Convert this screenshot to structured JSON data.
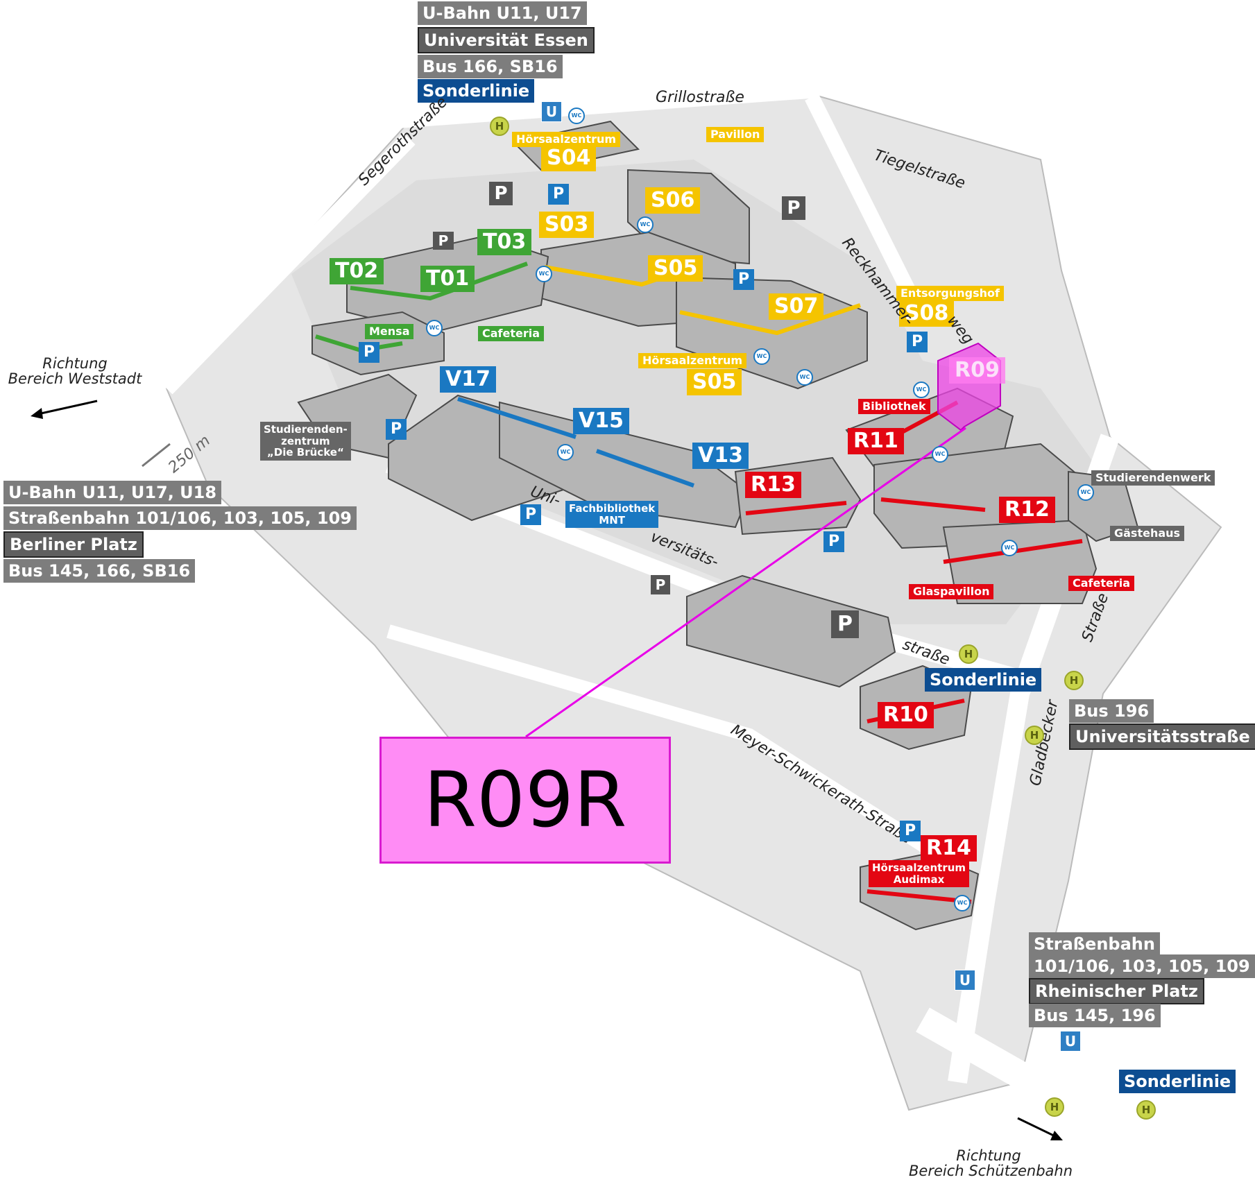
{
  "map": {
    "highlight_label": "R09R",
    "highlight_color": "#ff8cf5",
    "buildings": {
      "s04": "S04",
      "s03": "S03",
      "s06": "S06",
      "s05a": "S05",
      "s07": "S07",
      "s08": "S08",
      "s05b": "S05",
      "t01": "T01",
      "t02": "T02",
      "t03": "T03",
      "v17": "V17",
      "v15": "V15",
      "v13": "V13",
      "r09": "R09",
      "r10": "R10",
      "r11": "R11",
      "r12": "R12",
      "r13": "R13",
      "r14": "R14"
    },
    "small_labels": {
      "hoersaalzentrum_top": "Hörsaalzentrum",
      "pavillon": "Pavillon",
      "entsorgungshof": "Entsorgungshof",
      "hoersaalzentrum_s05": "Hörsaalzentrum",
      "mensa": "Mensa",
      "cafeteria_green": "Cafeteria",
      "bibliothek": "Bibliothek",
      "studierendenwerk": "Studierendenwerk",
      "gaestehaus": "Gästehaus",
      "glaspavillon": "Glaspavillon",
      "cafeteria_red": "Cafeteria",
      "fachbibliothek_1": "Fachbibliothek",
      "fachbibliothek_2": "MNT",
      "studierendenzentrum_1": "Studierenden-",
      "studierendenzentrum_2": "zentrum",
      "studierendenzentrum_3": "„Die Brücke“",
      "hoersaalzentrum_r14": "Hörsaalzentrum",
      "audimax": "Audimax"
    },
    "streets": {
      "grillostrasse": "Grillostraße",
      "segerothstrasse": "Segerothstraße",
      "tiegelstrasse": "Tiegelstraße",
      "reckhammer": "Reckhammer-",
      "weg": "weg",
      "uni": "Uni-",
      "versitaets": "versitäts-",
      "strasse_uni": "straße",
      "meyer": "Meyer-Schwickerath-Straße",
      "gladbecker": "Gladbecker",
      "strasse_gladbecker": "Straße",
      "distance": "250 m"
    },
    "directions": {
      "west_1": "Richtung",
      "west_2": "Bereich Weststadt",
      "south_1": "Richtung",
      "south_2": "Bereich Schützenbahn"
    },
    "transit": {
      "top": [
        "U-Bahn U11, U17",
        "Universität Essen",
        "Bus 166, SB16",
        "Sonderlinie"
      ],
      "left": [
        "U-Bahn U11, U17, U18",
        "Straßenbahn 101/106, 103, 105, 109",
        "Berliner Platz",
        "Bus 145, 166, SB16"
      ],
      "right_mid": [
        "Bus 196",
        "Universitätsstraße"
      ],
      "sonderlinie_mid": "Sonderlinie",
      "bottom_right": [
        "Straßenbahn",
        "101/106, 103, 105, 109",
        "Rheinischer Platz",
        "Bus 145, 196"
      ],
      "sonderlinie_bottom": "Sonderlinie"
    },
    "icons": {
      "parking": "P",
      "ubahn": "U",
      "bus_stop": "H",
      "wc": "WC"
    },
    "colors": {
      "s_buildings": "#f5c400",
      "t_buildings": "#3fa535",
      "v_buildings": "#1a78c2",
      "r_buildings": "#e30613",
      "transit_grey": "#7d7d7d",
      "sonderlinie": "#0d4d91",
      "highlight_line": "#e800e8"
    }
  }
}
